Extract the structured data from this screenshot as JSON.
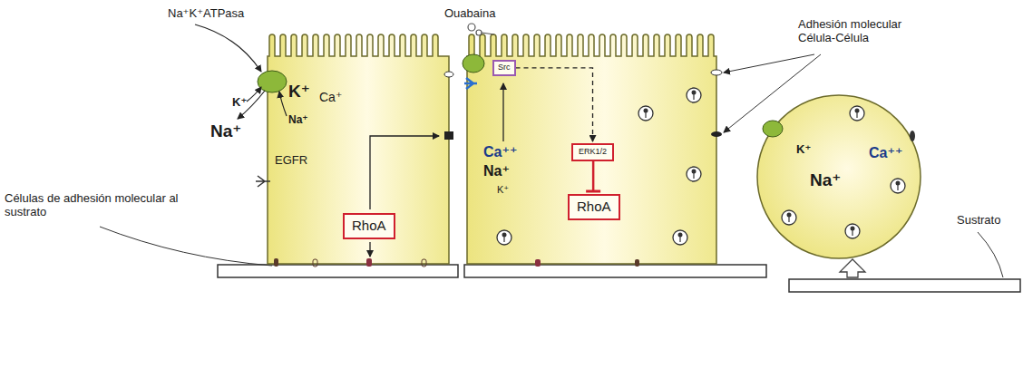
{
  "diagram": {
    "nodes": [
      {
        "text": [
          "RhoA"
        ]
      },
      {
        "text": [
          "Src"
        ]
      },
      {
        "text": [
          "ERK1/2"
        ]
      },
      {
        "text": [
          "RhoA"
        ]
      }
    ],
    "edges": [
      {
        "from": 1,
        "to": 2,
        "arrow": "to"
      },
      {
        "from": 2,
        "to": 3,
        "arrow": "to"
      }
    ],
    "labels": [
      "Na⁺K⁺ATPasa",
      "K⁺",
      "K⁺",
      "Ca⁺",
      "Na⁺",
      "Na⁺",
      "EGFR",
      "Células de adhesión molecular al sustrato",
      "Ouabaina",
      "Ca⁺⁺",
      "Na⁺",
      "K⁺",
      "Adhesión molecular Célula-Célula",
      "K⁺",
      "Na⁺",
      "Ca⁺⁺",
      "Sustrato"
    ]
  }
}
